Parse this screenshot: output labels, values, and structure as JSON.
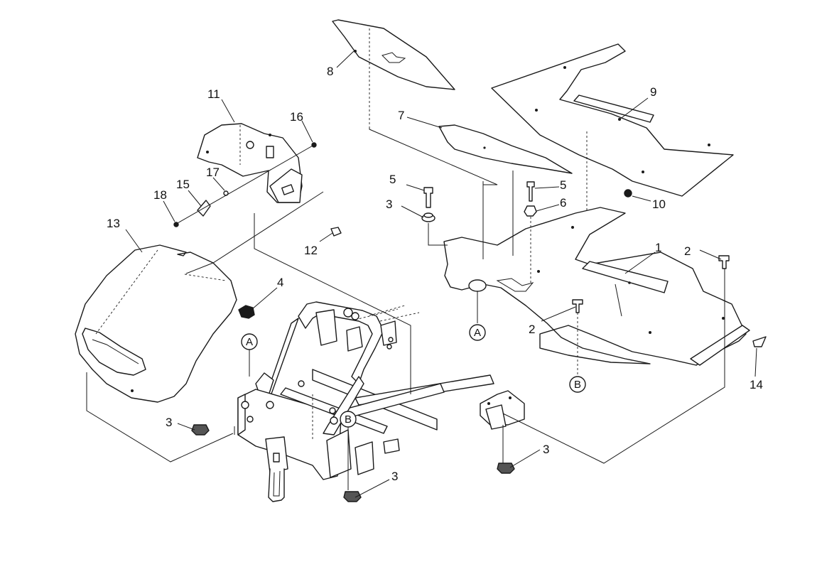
{
  "callouts": {
    "c1": "1",
    "c2a": "2",
    "c2b": "2",
    "c3a": "3",
    "c3b": "3",
    "c3c": "3",
    "c3d": "3",
    "c4": "4",
    "c5a": "5",
    "c5b": "5",
    "c6": "6",
    "c7": "7",
    "c8": "8",
    "c9": "9",
    "c10": "10",
    "c11": "11",
    "c12": "12",
    "c13": "13",
    "c14": "14",
    "c15": "15",
    "c16": "16",
    "c17": "17",
    "c18": "18"
  },
  "refs": {
    "a_upper": "A",
    "a_lower": "A",
    "b_upper": "B",
    "b_lower": "B"
  },
  "colors": {
    "ink": "#1a1a1a",
    "background": "#ffffff"
  }
}
